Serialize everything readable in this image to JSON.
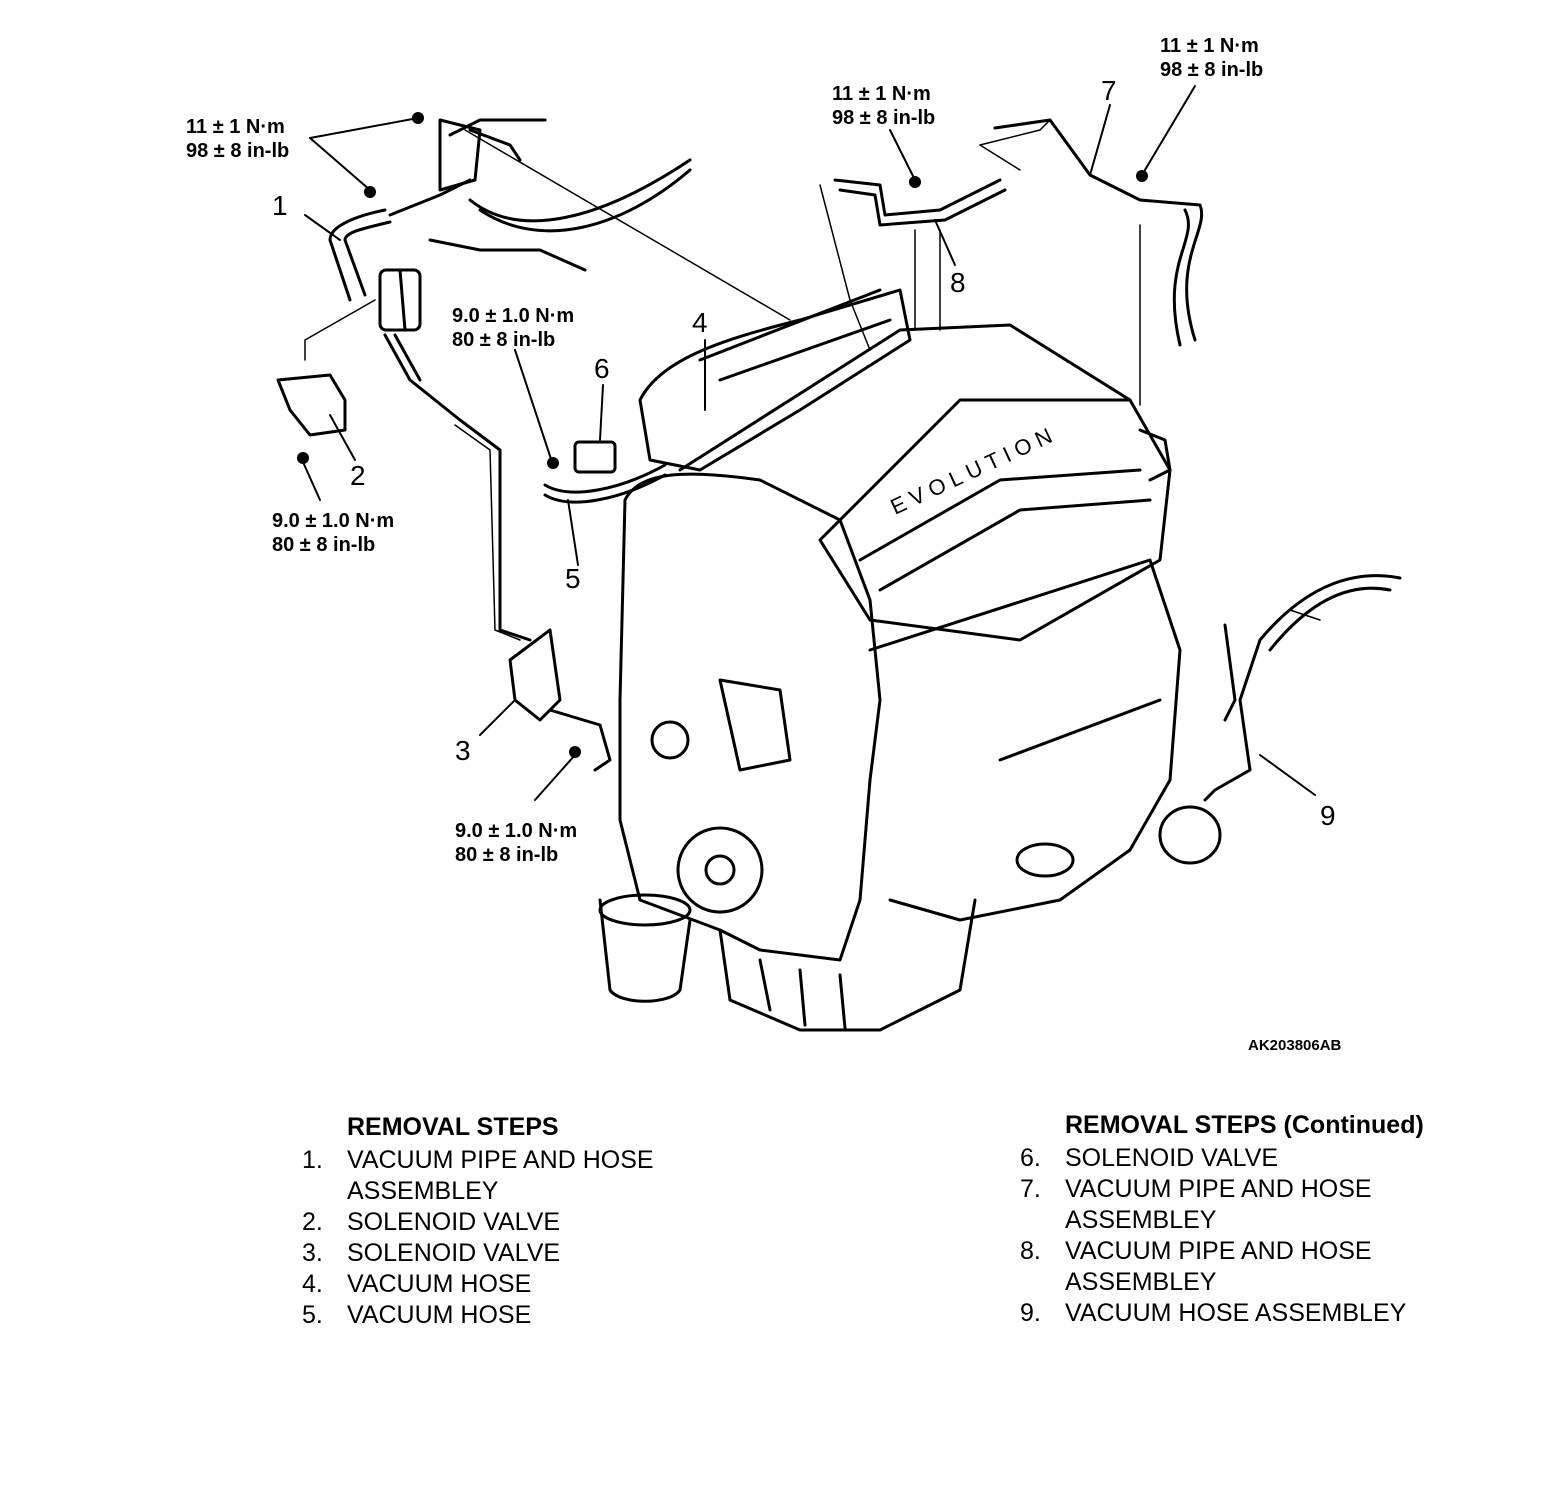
{
  "diagram": {
    "figure_id": "AK203806AB",
    "callouts": [
      "1",
      "2",
      "3",
      "4",
      "5",
      "6",
      "7",
      "8",
      "9"
    ],
    "torque_specs": [
      {
        "nm": "11 ± 1 N·m",
        "inlb": "98 ± 8 in-lb"
      },
      {
        "nm": "9.0 ± 1.0 N·m",
        "inlb": "80 ± 8 in-lb"
      },
      {
        "nm": "9.0 ± 1.0 N·m",
        "inlb": "80 ± 8 in-lb"
      },
      {
        "nm": "9.0 ± 1.0 N·m",
        "inlb": "80 ± 8 in-lb"
      },
      {
        "nm": "11 ± 1 N·m",
        "inlb": "98 ± 8 in-lb"
      },
      {
        "nm": "11 ± 1 N·m",
        "inlb": "98 ± 8 in-lb"
      }
    ],
    "engine_cover_lettering": "EVOLUTION"
  },
  "removal_steps": {
    "heading": "REMOVAL STEPS",
    "items": [
      {
        "num": "1.",
        "text": "VACUUM PIPE AND HOSE ASSEMBLEY"
      },
      {
        "num": "2.",
        "text": "SOLENOID VALVE"
      },
      {
        "num": "3.",
        "text": "SOLENOID VALVE"
      },
      {
        "num": "4.",
        "text": "VACUUM HOSE"
      },
      {
        "num": "5.",
        "text": "VACUUM HOSE"
      }
    ]
  },
  "removal_steps_continued": {
    "heading": "REMOVAL STEPS (Continued)",
    "items": [
      {
        "num": "6.",
        "text": "SOLENOID VALVE"
      },
      {
        "num": "7.",
        "text": "VACUUM PIPE AND HOSE ASSEMBLEY"
      },
      {
        "num": "8.",
        "text": "VACUUM PIPE AND HOSE ASSEMBLEY"
      },
      {
        "num": "9.",
        "text": "VACUUM HOSE ASSEMBLEY"
      }
    ]
  }
}
